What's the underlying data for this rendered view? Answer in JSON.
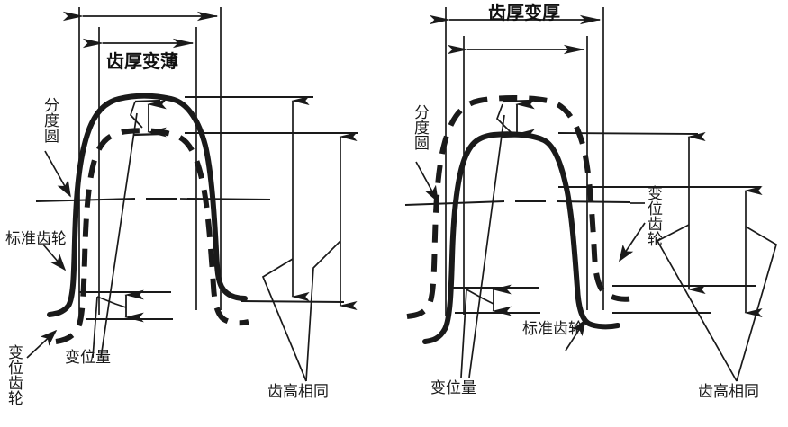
{
  "figure": {
    "type": "engineering-diagram",
    "subject": "gear-tooth-profile-comparison",
    "background_color": "#ffffff",
    "line_color": "#1a1a1a",
    "text_color": "#1a1a1a"
  },
  "left_panel": {
    "title": "齿厚变薄",
    "pitch_circle_label": "分度圆",
    "standard_gear_label": "标准齿轮",
    "shifted_gear_label": "变位齿轮",
    "shift_amount_label": "变位量",
    "same_tooth_height_label": "齿高相同"
  },
  "right_panel": {
    "title": "齿厚变厚",
    "pitch_circle_label": "分度圆",
    "standard_gear_label": "标准齿轮",
    "shifted_gear_label": "变位齿轮",
    "shift_amount_label": "变位量",
    "same_tooth_height_label": "齿高相同"
  }
}
